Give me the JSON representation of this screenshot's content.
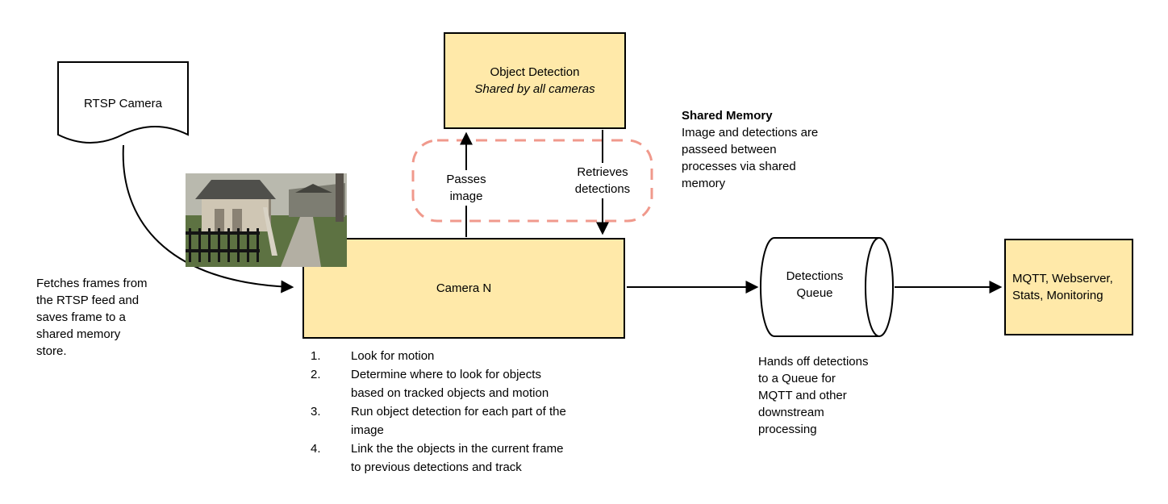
{
  "diagram": {
    "rtsp_camera": {
      "label": "RTSP Camera"
    },
    "object_detection": {
      "title": "Object Detection",
      "subtitle": "Shared by all cameras"
    },
    "shared_memory": {
      "title": "Shared Memory",
      "lines": [
        "Image and detections are",
        "passeed between",
        "processes via shared",
        "memory"
      ]
    },
    "arrows": {
      "passes_image": "Passes image",
      "retrieves_detections": "Retrieves detections"
    },
    "camera_n": {
      "label": "Camera N"
    },
    "fetch_note": {
      "lines": [
        "Fetches frames from",
        "the RTSP feed and",
        "saves frame to a",
        "shared memory",
        "store."
      ]
    },
    "camera_steps": [
      {
        "num": "1.",
        "lines": [
          "Look for motion"
        ]
      },
      {
        "num": "2.",
        "lines": [
          "Determine where to look for objects",
          "based on tracked objects and motion"
        ]
      },
      {
        "num": "3.",
        "lines": [
          "Run object detection for each part of the",
          "image"
        ]
      },
      {
        "num": "4.",
        "lines": [
          "Link the the objects in the current frame",
          "to previous detections and track"
        ]
      }
    ],
    "detections_queue": {
      "lines": [
        "Detections",
        "Queue"
      ]
    },
    "queue_note": {
      "lines": [
        "Hands off detections",
        "to a Queue for",
        "MQTT and other",
        "downstream",
        "processing"
      ]
    },
    "outputs": {
      "lines": [
        "MQTT, Webserver,",
        "Stats, Monitoring"
      ]
    },
    "colors": {
      "node_fill": "#FFE9A9",
      "node_border": "#000000",
      "shared_memory_dash": "#F0998C",
      "arrow": "#000000"
    }
  }
}
